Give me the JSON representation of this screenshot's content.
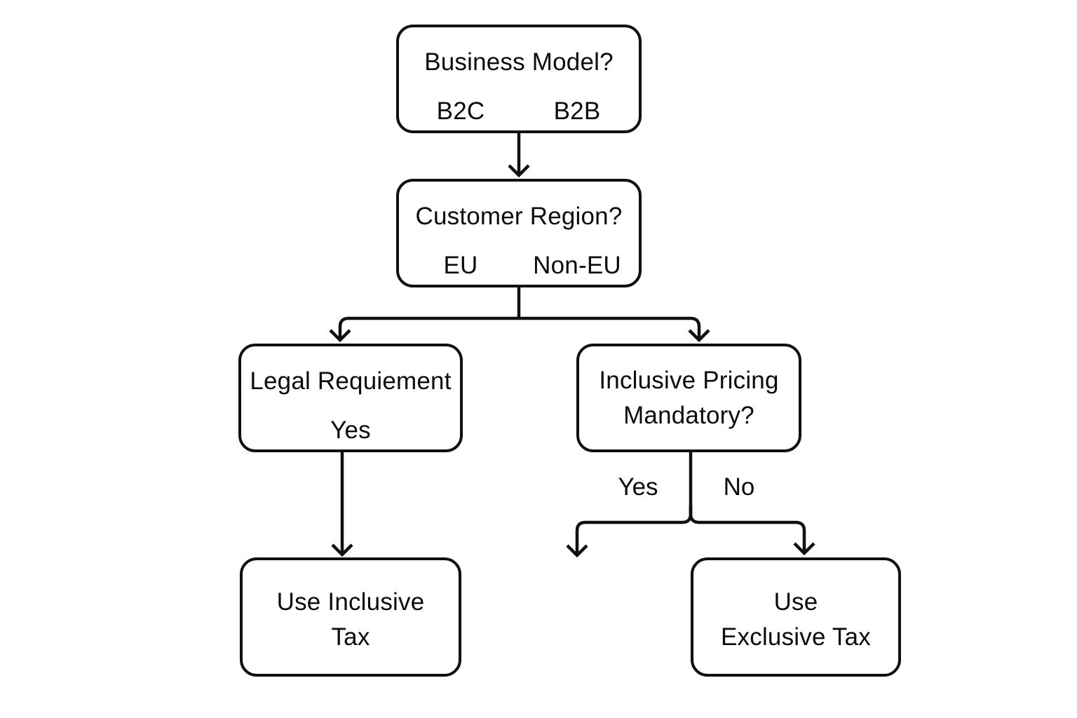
{
  "diagram": {
    "title_implicit": "Tax mode decision flowchart",
    "colors": {
      "stroke": "#101010",
      "background": "#ffffff",
      "node_fill": "#ffffff",
      "text": "#0c0c0c"
    },
    "nodes": {
      "business_model": {
        "title": "Business Model?",
        "options": [
          "B2C",
          "B2B"
        ]
      },
      "customer_region": {
        "title": "Customer Region?",
        "options": [
          "EU",
          "Non-EU"
        ]
      },
      "legal_requirement": {
        "title": "Legal Requiement",
        "options": [
          "Yes"
        ]
      },
      "inclusive_pricing": {
        "line1": "Inclusive Pricing",
        "line2": "Mandatory?"
      },
      "use_inclusive_tax": {
        "line1": "Use Inclusive",
        "line2": "Tax"
      },
      "use_exclusive_tax": {
        "line1": "Use",
        "line2": "Exclusive Tax"
      }
    },
    "edge_labels": {
      "yes": "Yes",
      "no": "No"
    },
    "edges": [
      {
        "from": "business_model",
        "to": "customer_region",
        "label": ""
      },
      {
        "from": "customer_region",
        "to": "legal_requirement",
        "label": ""
      },
      {
        "from": "customer_region",
        "to": "inclusive_pricing",
        "label": ""
      },
      {
        "from": "legal_requirement",
        "to": "use_inclusive_tax",
        "label": ""
      },
      {
        "from": "inclusive_pricing",
        "to": "",
        "label": "Yes"
      },
      {
        "from": "inclusive_pricing",
        "to": "use_exclusive_tax",
        "label": "No"
      }
    ]
  }
}
